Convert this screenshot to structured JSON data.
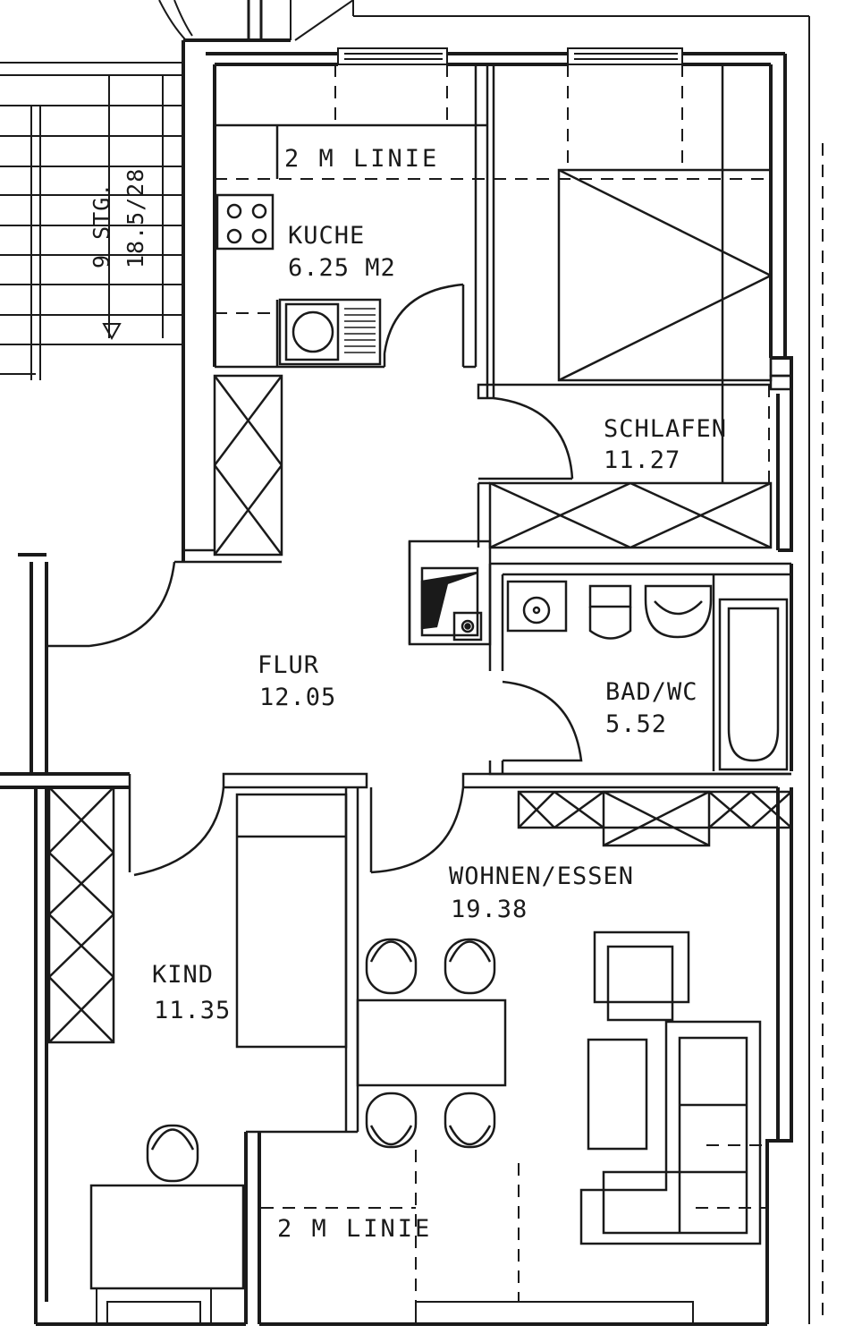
{
  "plan": {
    "rooms": [
      {
        "id": "kueche",
        "name": "KUCHE",
        "area": "6.25 M2"
      },
      {
        "id": "schlafen",
        "name": "SCHLAFEN",
        "area": "11.27"
      },
      {
        "id": "flur",
        "name": "FLUR",
        "area": "12.05"
      },
      {
        "id": "bad",
        "name": "BAD/WC",
        "area": "5.52"
      },
      {
        "id": "kind",
        "name": "KIND",
        "area": "11.35"
      },
      {
        "id": "wohnen",
        "name": "WOHNEN/ESSEN",
        "area": "19.38"
      }
    ],
    "notes": {
      "linie_top": "2 M LINIE",
      "linie_bottom": "2 M LINIE"
    },
    "stair": {
      "steps": "9 STG.",
      "ratio": "18.5/28"
    },
    "colors": {
      "ink": "#1a1a1a",
      "paper": "#ffffff"
    }
  }
}
